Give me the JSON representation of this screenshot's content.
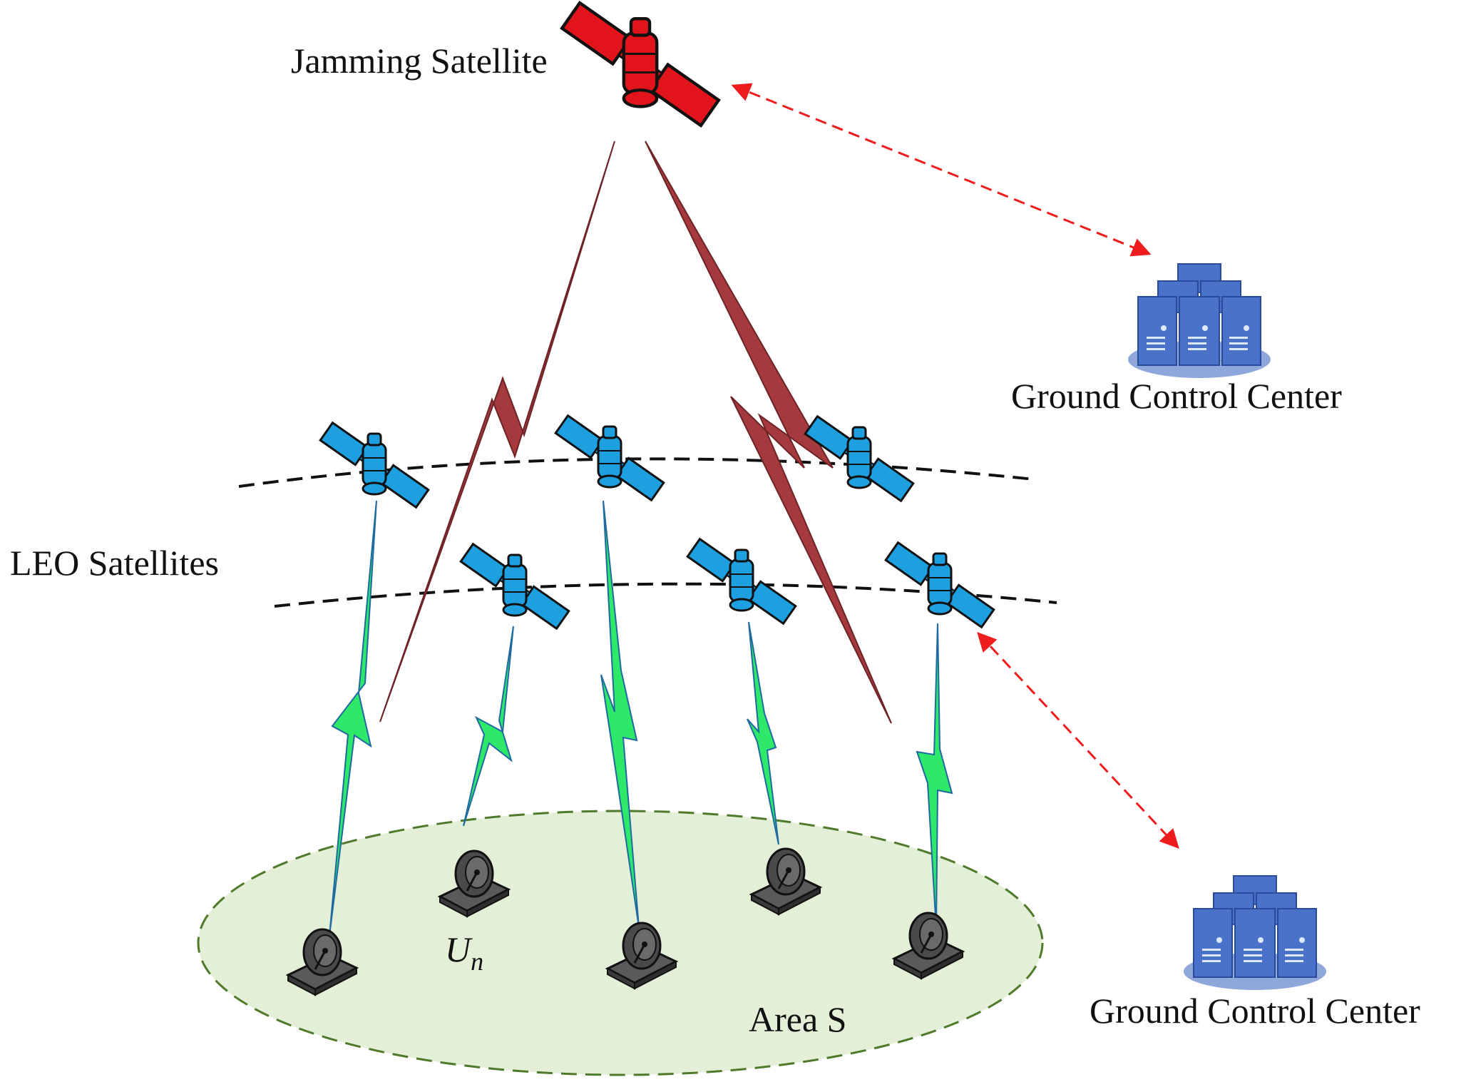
{
  "labels": {
    "jamming_satellite": "Jamming Satellite",
    "leo_satellites": "LEO Satellites",
    "ground_control_center_top": "Ground Control Center",
    "ground_control_center_bottom": "Ground Control Center",
    "area": "Area S",
    "user_base": "U",
    "user_sub": "n"
  },
  "icons": {
    "jamming_satellite": "satellite-icon",
    "leo_satellite": "satellite-icon",
    "ground_control_center": "server-cluster-icon",
    "ground_terminal": "satellite-dish-icon"
  },
  "colors": {
    "jamming_satellite": "#e0141a",
    "leo_satellite": "#1e9fe0",
    "jamming_beam": "#a53a3e",
    "user_link": "#2ee86a",
    "control_link": "#ee1c1c",
    "area_fill": "#e4efd8",
    "area_border": "#4e7a2a",
    "server": "#4a72c8",
    "server_base": "#8fa8dc",
    "dish": "#4a4a4a"
  }
}
